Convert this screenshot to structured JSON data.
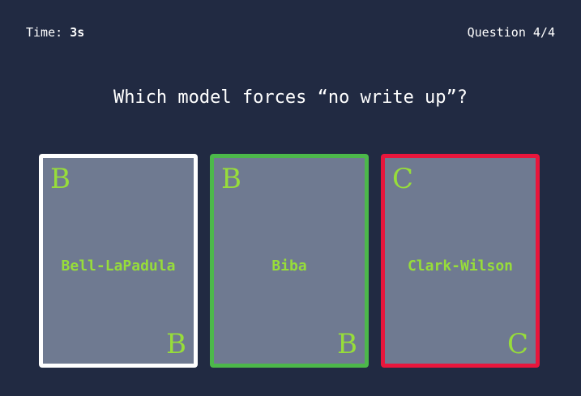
{
  "hud": {
    "time_label": "Time:",
    "time_value": "3s",
    "question_counter": "Question 4/4"
  },
  "question": {
    "text": "Which model forces “no write up”?"
  },
  "cards": [
    {
      "letter": "B",
      "label": "Bell-LaPadula",
      "border_color": "#ffffff"
    },
    {
      "letter": "B",
      "label": "Biba",
      "border_color": "#4cb84a"
    },
    {
      "letter": "C",
      "label": "Clark-Wilson",
      "border_color": "#e8163c"
    }
  ],
  "colors": {
    "background": "#212a42",
    "card_fill": "#6f7a91",
    "card_text": "#97dd3a",
    "hud_text": "#ffffff"
  }
}
